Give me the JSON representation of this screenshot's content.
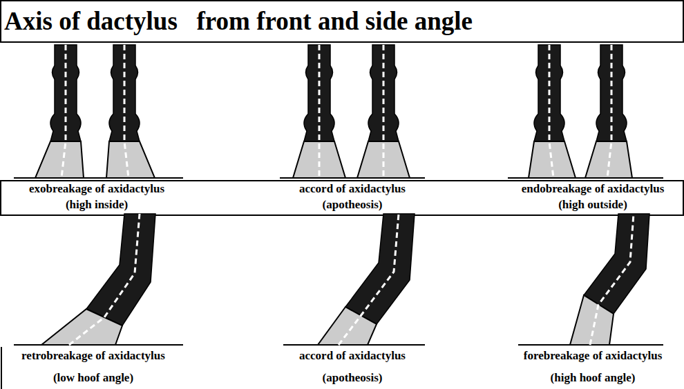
{
  "diagram": {
    "title": "Axis of dactylus   from front and side angle",
    "labels": [
      "exobreakage of axidactylus",
      "(high inside)",
      "accord of axidactylus",
      "(apotheosis)",
      "endobreakage of axidactylus",
      "(high outside)",
      "retrobreakage of axidactylus",
      "(low hoof angle)",
      "accord of axidactylus",
      "(apotheosis)",
      "forebreakage of axidactylus",
      "(high hoof angle)"
    ]
  }
}
